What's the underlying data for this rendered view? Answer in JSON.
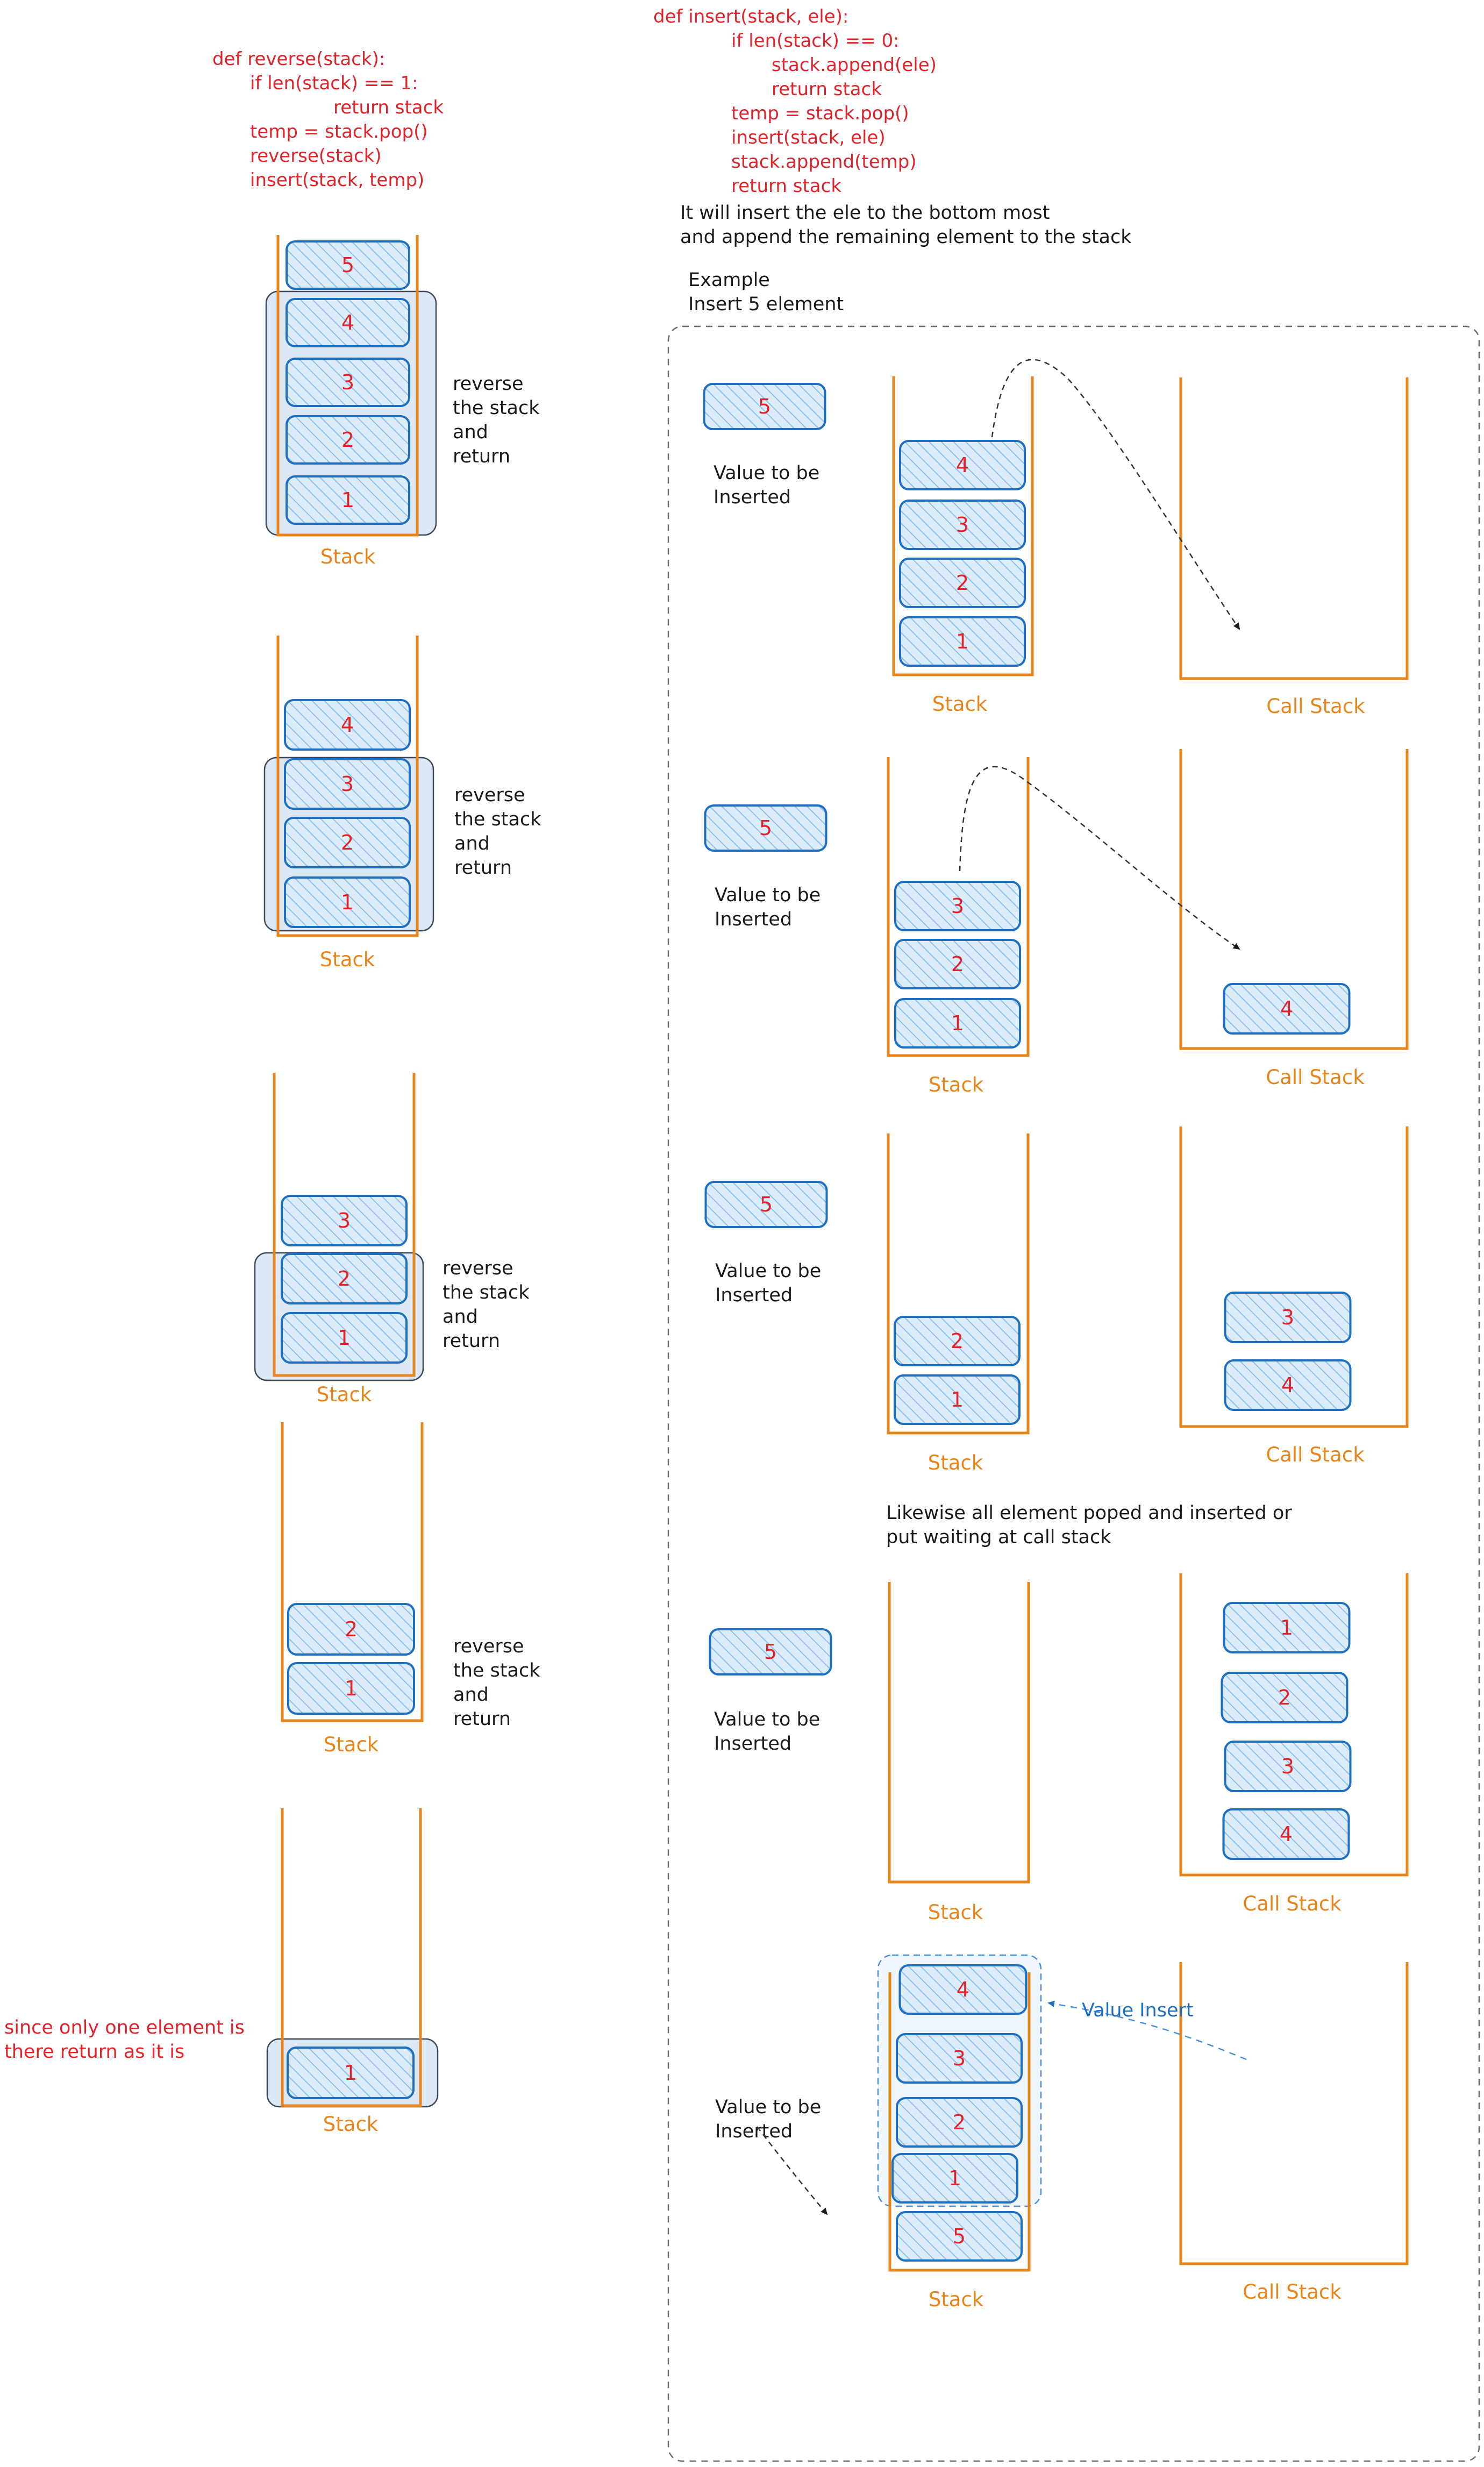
{
  "colors": {
    "red": "#e0232b",
    "orange": "#e8851a",
    "blue": "#1f6fc0",
    "cellFill": "#dcecf9",
    "hatch": "#8fc1ec",
    "groupFill": "#dce8f3",
    "groupStroke": "#3d4a5c",
    "black": "#1a1a1a",
    "dashGray": "#6b6b6b"
  },
  "reverse_code": [
    "def reverse(stack):",
    "if len(stack) == 1:",
    "return stack",
    "temp = stack.pop()",
    "reverse(stack)",
    "insert(stack, temp)"
  ],
  "insert_code": [
    "def insert(stack, ele):",
    "if len(stack) == 0:",
    "stack.append(ele)",
    "return stack",
    "temp = stack.pop()",
    "insert(stack, ele)",
    "stack.append(temp)",
    "return stack"
  ],
  "insert_description": [
    "It will insert the ele to the bottom most",
    "and append the remaining element to the stack"
  ],
  "example_title": [
    "Example",
    "Insert 5 element"
  ],
  "labels": {
    "stack": "Stack",
    "call_stack": "Call Stack",
    "value_to_insert": [
      "Value to be",
      "Inserted"
    ],
    "reverse_note": [
      "reverse",
      "the stack",
      "and",
      "return"
    ],
    "value_insert": "Value Insert"
  },
  "base_case_note": [
    "since only one element is",
    "there return as it is"
  ],
  "likewise_note": [
    "Likewise all element poped and inserted or",
    "put waiting at call stack"
  ],
  "reverse_states": [
    {
      "elements": [
        "5",
        "4",
        "3",
        "2",
        "1"
      ]
    },
    {
      "elements": [
        "4",
        "3",
        "2",
        "1"
      ]
    },
    {
      "elements": [
        "3",
        "2",
        "1"
      ]
    },
    {
      "elements": [
        "2",
        "1"
      ]
    },
    {
      "elements": [
        "1"
      ]
    }
  ],
  "insert_steps": [
    {
      "value": "5",
      "stack": [
        "4",
        "3",
        "2",
        "1"
      ],
      "call_stack": []
    },
    {
      "value": "5",
      "stack": [
        "3",
        "2",
        "1"
      ],
      "call_stack": [
        "4"
      ]
    },
    {
      "value": "5",
      "stack": [
        "2",
        "1"
      ],
      "call_stack": [
        "3",
        "4"
      ]
    },
    {
      "value": "5",
      "stack": [],
      "call_stack": [
        "1",
        "2",
        "3",
        "4"
      ]
    },
    {
      "value": "",
      "stack": [
        "4",
        "3",
        "2",
        "1",
        "5"
      ],
      "call_stack": []
    }
  ]
}
